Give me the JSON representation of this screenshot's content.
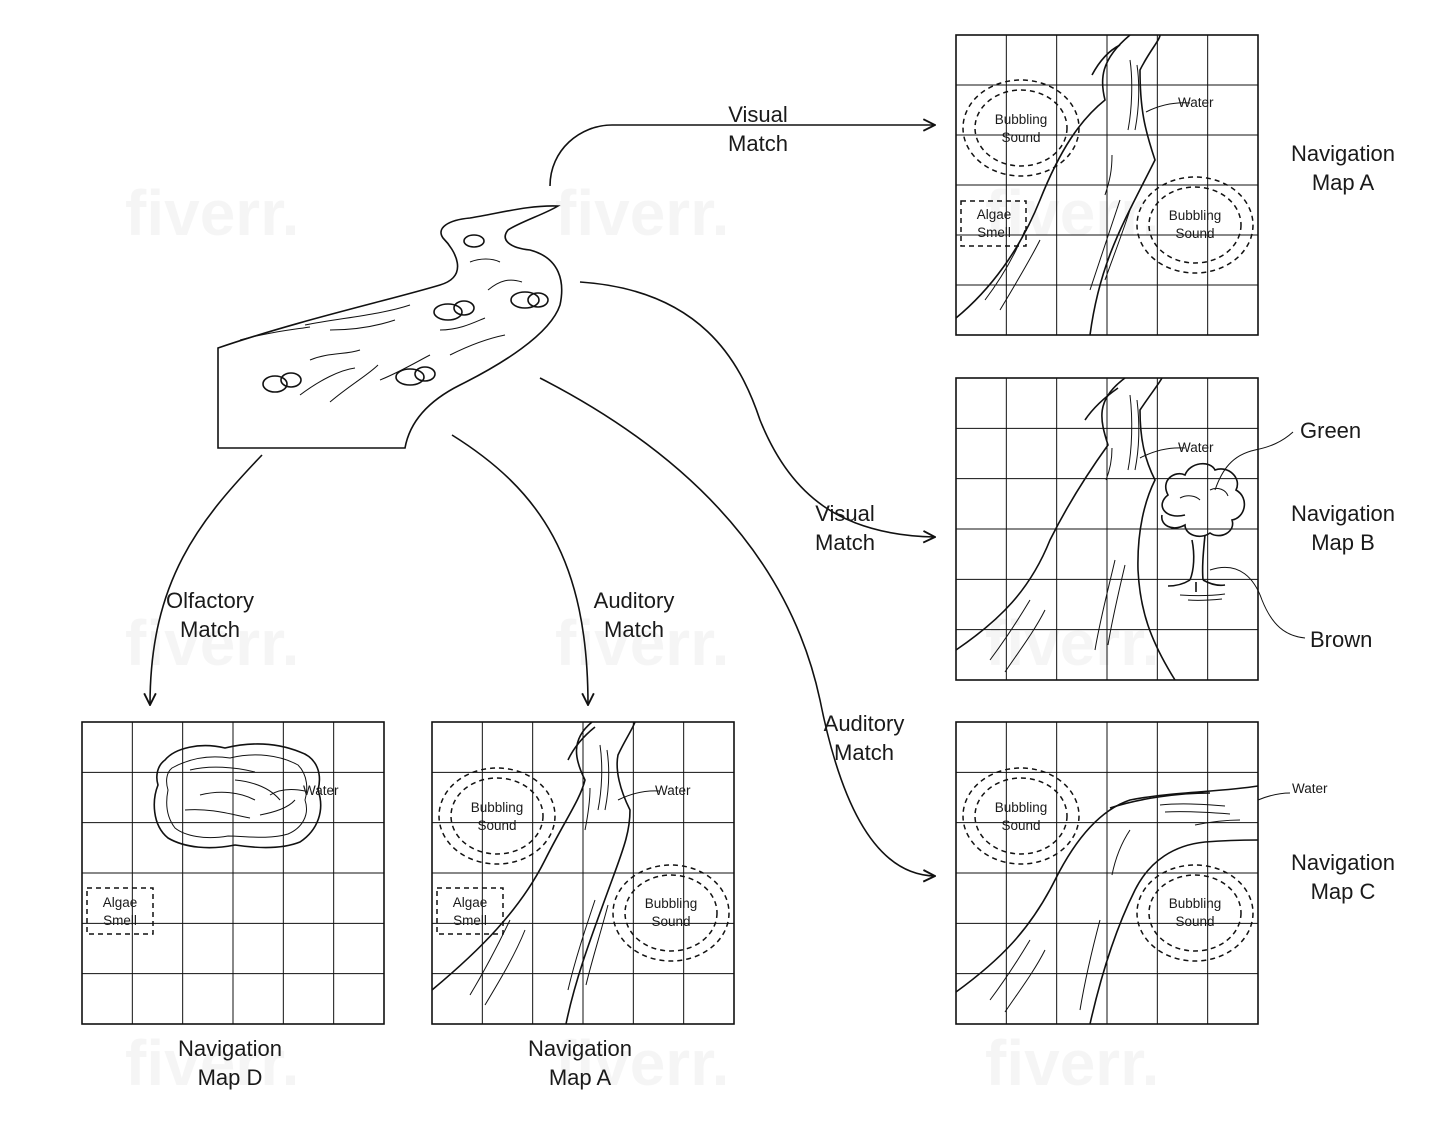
{
  "arrows": {
    "visual_a": [
      "Visual",
      "Match"
    ],
    "visual_b": [
      "Visual",
      "Match"
    ],
    "olfactory_d": [
      "Olfactory",
      "Match"
    ],
    "auditory_a": [
      "Auditory",
      "Match"
    ],
    "auditory_c": [
      "Auditory",
      "Match"
    ]
  },
  "maps": {
    "map_a_right": {
      "title": [
        "Navigation",
        "Map A"
      ],
      "water": "Water",
      "sound1": [
        "Bubbling",
        "Sound"
      ],
      "sound2": [
        "Bubbling",
        "Sound"
      ],
      "smell": [
        "Algae",
        "Smell"
      ]
    },
    "map_b": {
      "title": [
        "Navigation",
        "Map B"
      ],
      "water": "Water",
      "green": "Green",
      "brown": "Brown"
    },
    "map_c": {
      "title": [
        "Navigation",
        "Map C"
      ],
      "water": "Water",
      "sound1": [
        "Bubbling",
        "Sound"
      ],
      "sound2": [
        "Bubbling",
        "Sound"
      ]
    },
    "map_d": {
      "title": [
        "Navigation",
        "Map D"
      ],
      "water": "Water",
      "smell": [
        "Algae",
        "Smell"
      ]
    },
    "map_a_bottom": {
      "title": [
        "Navigation",
        "Map A"
      ],
      "water": "Water",
      "sound1": [
        "Bubbling",
        "Sound"
      ],
      "sound2": [
        "Bubbling",
        "Sound"
      ],
      "smell": [
        "Algae",
        "Smell"
      ]
    }
  },
  "icons": {
    "scene": "river-scene-icon",
    "tree": "tree-icon"
  },
  "watermark": "fiverr."
}
